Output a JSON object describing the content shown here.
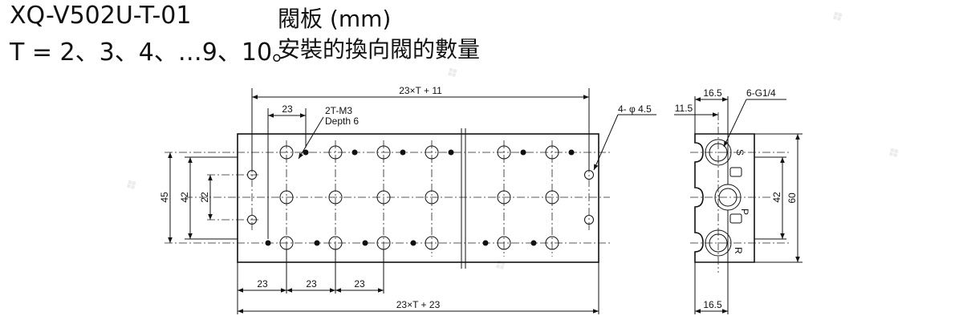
{
  "header": {
    "model": "XQ-V502U-T-01",
    "formula": "T = 2、3、4、…9、10。",
    "unit_label": "閥板 (mm)",
    "description": "安裝的換向閥的數量"
  },
  "front_view": {
    "overall_top": "23×T + 11",
    "pitch_top": "23",
    "thread_callout_line1": "2T-M3",
    "thread_callout_line2": "Depth 6",
    "mount_hole": "4- φ 4.5",
    "left_dim_outer": "45",
    "left_dim_mid": "42",
    "left_dim_inner": "22",
    "pitch_bottom_1": "23",
    "pitch_bottom_2": "23",
    "pitch_bottom_3": "23",
    "overall_bottom": "23×T + 23"
  },
  "side_view": {
    "top_width": "16.5",
    "offset": "11.5",
    "port_callout": "6-G1/4",
    "port_s": "S",
    "port_p": "P",
    "port_r": "R",
    "inner_height": "42",
    "outer_height": "60",
    "bottom_width": "16.5"
  }
}
